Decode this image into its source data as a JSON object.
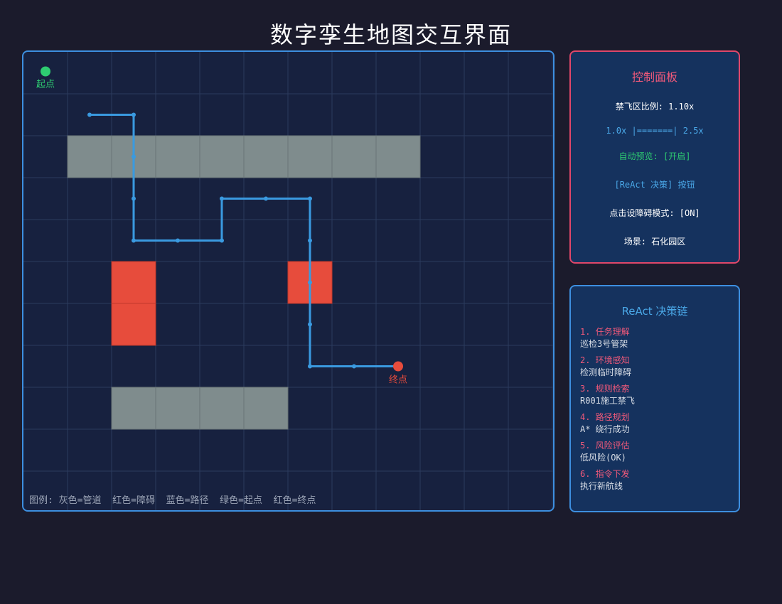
{
  "page": {
    "title": "数字孪生地图交互界面"
  },
  "map": {
    "grid": {
      "cols": 12,
      "rows": 11
    },
    "pipes": [
      {
        "col": 1,
        "row": 2
      },
      {
        "col": 2,
        "row": 2
      },
      {
        "col": 3,
        "row": 2
      },
      {
        "col": 4,
        "row": 2
      },
      {
        "col": 5,
        "row": 2
      },
      {
        "col": 6,
        "row": 2
      },
      {
        "col": 7,
        "row": 2
      },
      {
        "col": 8,
        "row": 2
      },
      {
        "col": 2,
        "row": 8
      },
      {
        "col": 3,
        "row": 8
      },
      {
        "col": 4,
        "row": 8
      },
      {
        "col": 5,
        "row": 8
      }
    ],
    "obstacles": [
      {
        "col": 2,
        "row": 5
      },
      {
        "col": 2,
        "row": 6
      },
      {
        "col": 6,
        "row": 5
      }
    ],
    "path": [
      [
        1.5,
        1.5
      ],
      [
        2.5,
        1.5
      ],
      [
        2.5,
        2.5
      ],
      [
        2.5,
        3.5
      ],
      [
        2.5,
        4.5
      ],
      [
        3.5,
        4.5
      ],
      [
        4.5,
        4.5
      ],
      [
        4.5,
        3.5
      ],
      [
        5.5,
        3.5
      ],
      [
        6.5,
        3.5
      ],
      [
        6.5,
        4.5
      ],
      [
        6.5,
        5.5
      ],
      [
        6.5,
        6.5
      ],
      [
        6.5,
        7.5
      ],
      [
        7.5,
        7.5
      ],
      [
        8.5,
        7.5
      ]
    ],
    "start": {
      "label": "起点",
      "col": 0.5,
      "row": 0.5
    },
    "end": {
      "label": "终点",
      "col": 8.5,
      "row": 7.5
    },
    "legend": "图例: 灰色=管道  红色=障碍  蓝色=路径  绿色=起点  红色=终点",
    "colors": {
      "background": "#17213f",
      "grid": "#2b3a5e",
      "pipe": "#7f8c8d",
      "obstacle": "#e74c3c",
      "path": "#3a9ae0",
      "start": "#2ecc71",
      "end": "#e74c3c"
    }
  },
  "control_panel": {
    "title": "控制面板",
    "no_fly_ratio": "禁飞区比例: 1.10x",
    "slider_text": "1.0x |=======| 2.5x",
    "auto_preview": "自动预览: [开启]",
    "react_button": "[ReAct 决策] 按钮",
    "obstacle_mode": "点击设障碍模式: [ON]",
    "scene": "场景: 石化园区",
    "colors": {
      "border": "#e0476a",
      "title": "#f0597a",
      "slider": "#4aa8e8",
      "preview": "#2ecc71",
      "button": "#4aa8e8"
    }
  },
  "react_chain": {
    "title": "ReAct 决策链",
    "steps": [
      {
        "title": "1. 任务理解",
        "desc": "巡检3号管架"
      },
      {
        "title": "2. 环境感知",
        "desc": "检测临时障碍"
      },
      {
        "title": "3. 规则检索",
        "desc": "R001施工禁飞"
      },
      {
        "title": "4. 路径规划",
        "desc": "A* 绕行成功"
      },
      {
        "title": "5. 风险评估",
        "desc": "低风险(OK)"
      },
      {
        "title": "6. 指令下发",
        "desc": "执行新航线"
      }
    ]
  }
}
